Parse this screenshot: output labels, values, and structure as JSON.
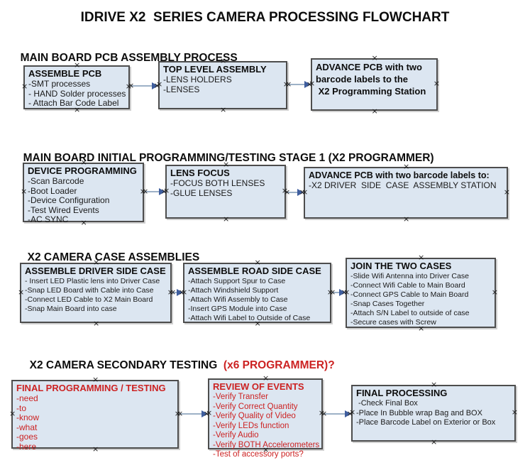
{
  "title": "IDRIVE X2  SERIES CAMERA PROCESSING FLOWCHART",
  "colors": {
    "box_fill": "#dce6f1",
    "box_border": "#4d4d4d",
    "text": "#111111",
    "red_text": "#cc2222",
    "connector_line": "#9db1c7",
    "arrowhead": "#3f5e9e"
  },
  "icons": {
    "connection_handle": "×"
  },
  "sections": [
    {
      "header": "MAIN BOARD PCB ASSEMBLY PROCESS",
      "boxes": [
        {
          "title": "ASSEMBLE PCB",
          "items": [
            "-SMT processes",
            "- HAND Solder processes",
            "- Attach Bar Code Label"
          ]
        },
        {
          "title": "TOP LEVEL ASSEMBLY",
          "items": [
            "-LENS HOLDERS",
            "-LENSES"
          ]
        },
        {
          "title_lines": [
            "ADVANCE PCB with two",
            "barcode labels to the",
            " X2 Programming Station"
          ],
          "items": []
        }
      ]
    },
    {
      "header": "MAIN BOARD INITIAL PROGRAMMING/TESTING STAGE 1 (X2 PROGRAMMER)",
      "boxes": [
        {
          "title": "DEVICE PROGRAMMING",
          "items": [
            "-Scan Barcode",
            "-Boot Loader",
            "-Device Configuration",
            "-Test Wired Events",
            "-AC SYNC"
          ]
        },
        {
          "title": "LENS FOCUS",
          "items": [
            "-FOCUS BOTH LENSES",
            "-GLUE LENSES"
          ]
        },
        {
          "title": "ADVANCE PCB with two barcode labels to:",
          "items": [
            "-X2 DRIVER  SIDE  CASE  ASSEMBLY STATION"
          ]
        }
      ]
    },
    {
      "header": "X2 CAMERA CASE ASSEMBLIES",
      "boxes": [
        {
          "title": "ASSEMBLE DRIVER SIDE CASE",
          "items": [
            "- Insert LED Plastic lens into Driver Case",
            "-Snap LED Board with Cable into Case",
            "-Connect LED Cable to X2 Main Board",
            "-Snap Main Board into case"
          ]
        },
        {
          "title": "ASSEMBLE ROAD SIDE CASE",
          "items": [
            "-Attach Support Spur to Case",
            "-Attach Windshield Support",
            "-Attach Wifi Assembly to Case",
            "-Insert GPS Module into Case",
            "-Attach Wifi Label to Outside of Case"
          ]
        },
        {
          "title": "JOIN THE TWO CASES",
          "items": [
            "-Slide Wifi Antenna into Driver Case",
            "-Connect Wifi Cable to Main Board",
            "-Connect GPS Cable to Main Board",
            "-Snap Cases Together",
            "-Attach S/N Label to outside of case",
            "-Secure cases with Screw"
          ]
        }
      ]
    },
    {
      "header": "X2 CAMERA SECONDARY TESTING ",
      "header_red": " (x6 PROGRAMMER)?",
      "boxes": [
        {
          "title": "FINAL PROGRAMMING / TESTING",
          "items": [
            "-need",
            "-to",
            "-know",
            "-what",
            "-goes",
            "-here"
          ]
        },
        {
          "title": "REVIEW OF EVENTS",
          "items": [
            "-Verify Transfer",
            "-Verify Correct Quantity",
            "-Verify Quality of Video",
            "-Verify LEDs function",
            "-Verify Audio",
            "-Verify BOTH Accelerometers",
            "-Test of accessory ports?"
          ]
        },
        {
          "title": "FINAL PROCESSING",
          "items": [
            " -Check Final Box",
            "-Place In Bubble wrap Bag and BOX",
            "-Place Barcode Label on Exterior or Box"
          ]
        }
      ]
    }
  ]
}
